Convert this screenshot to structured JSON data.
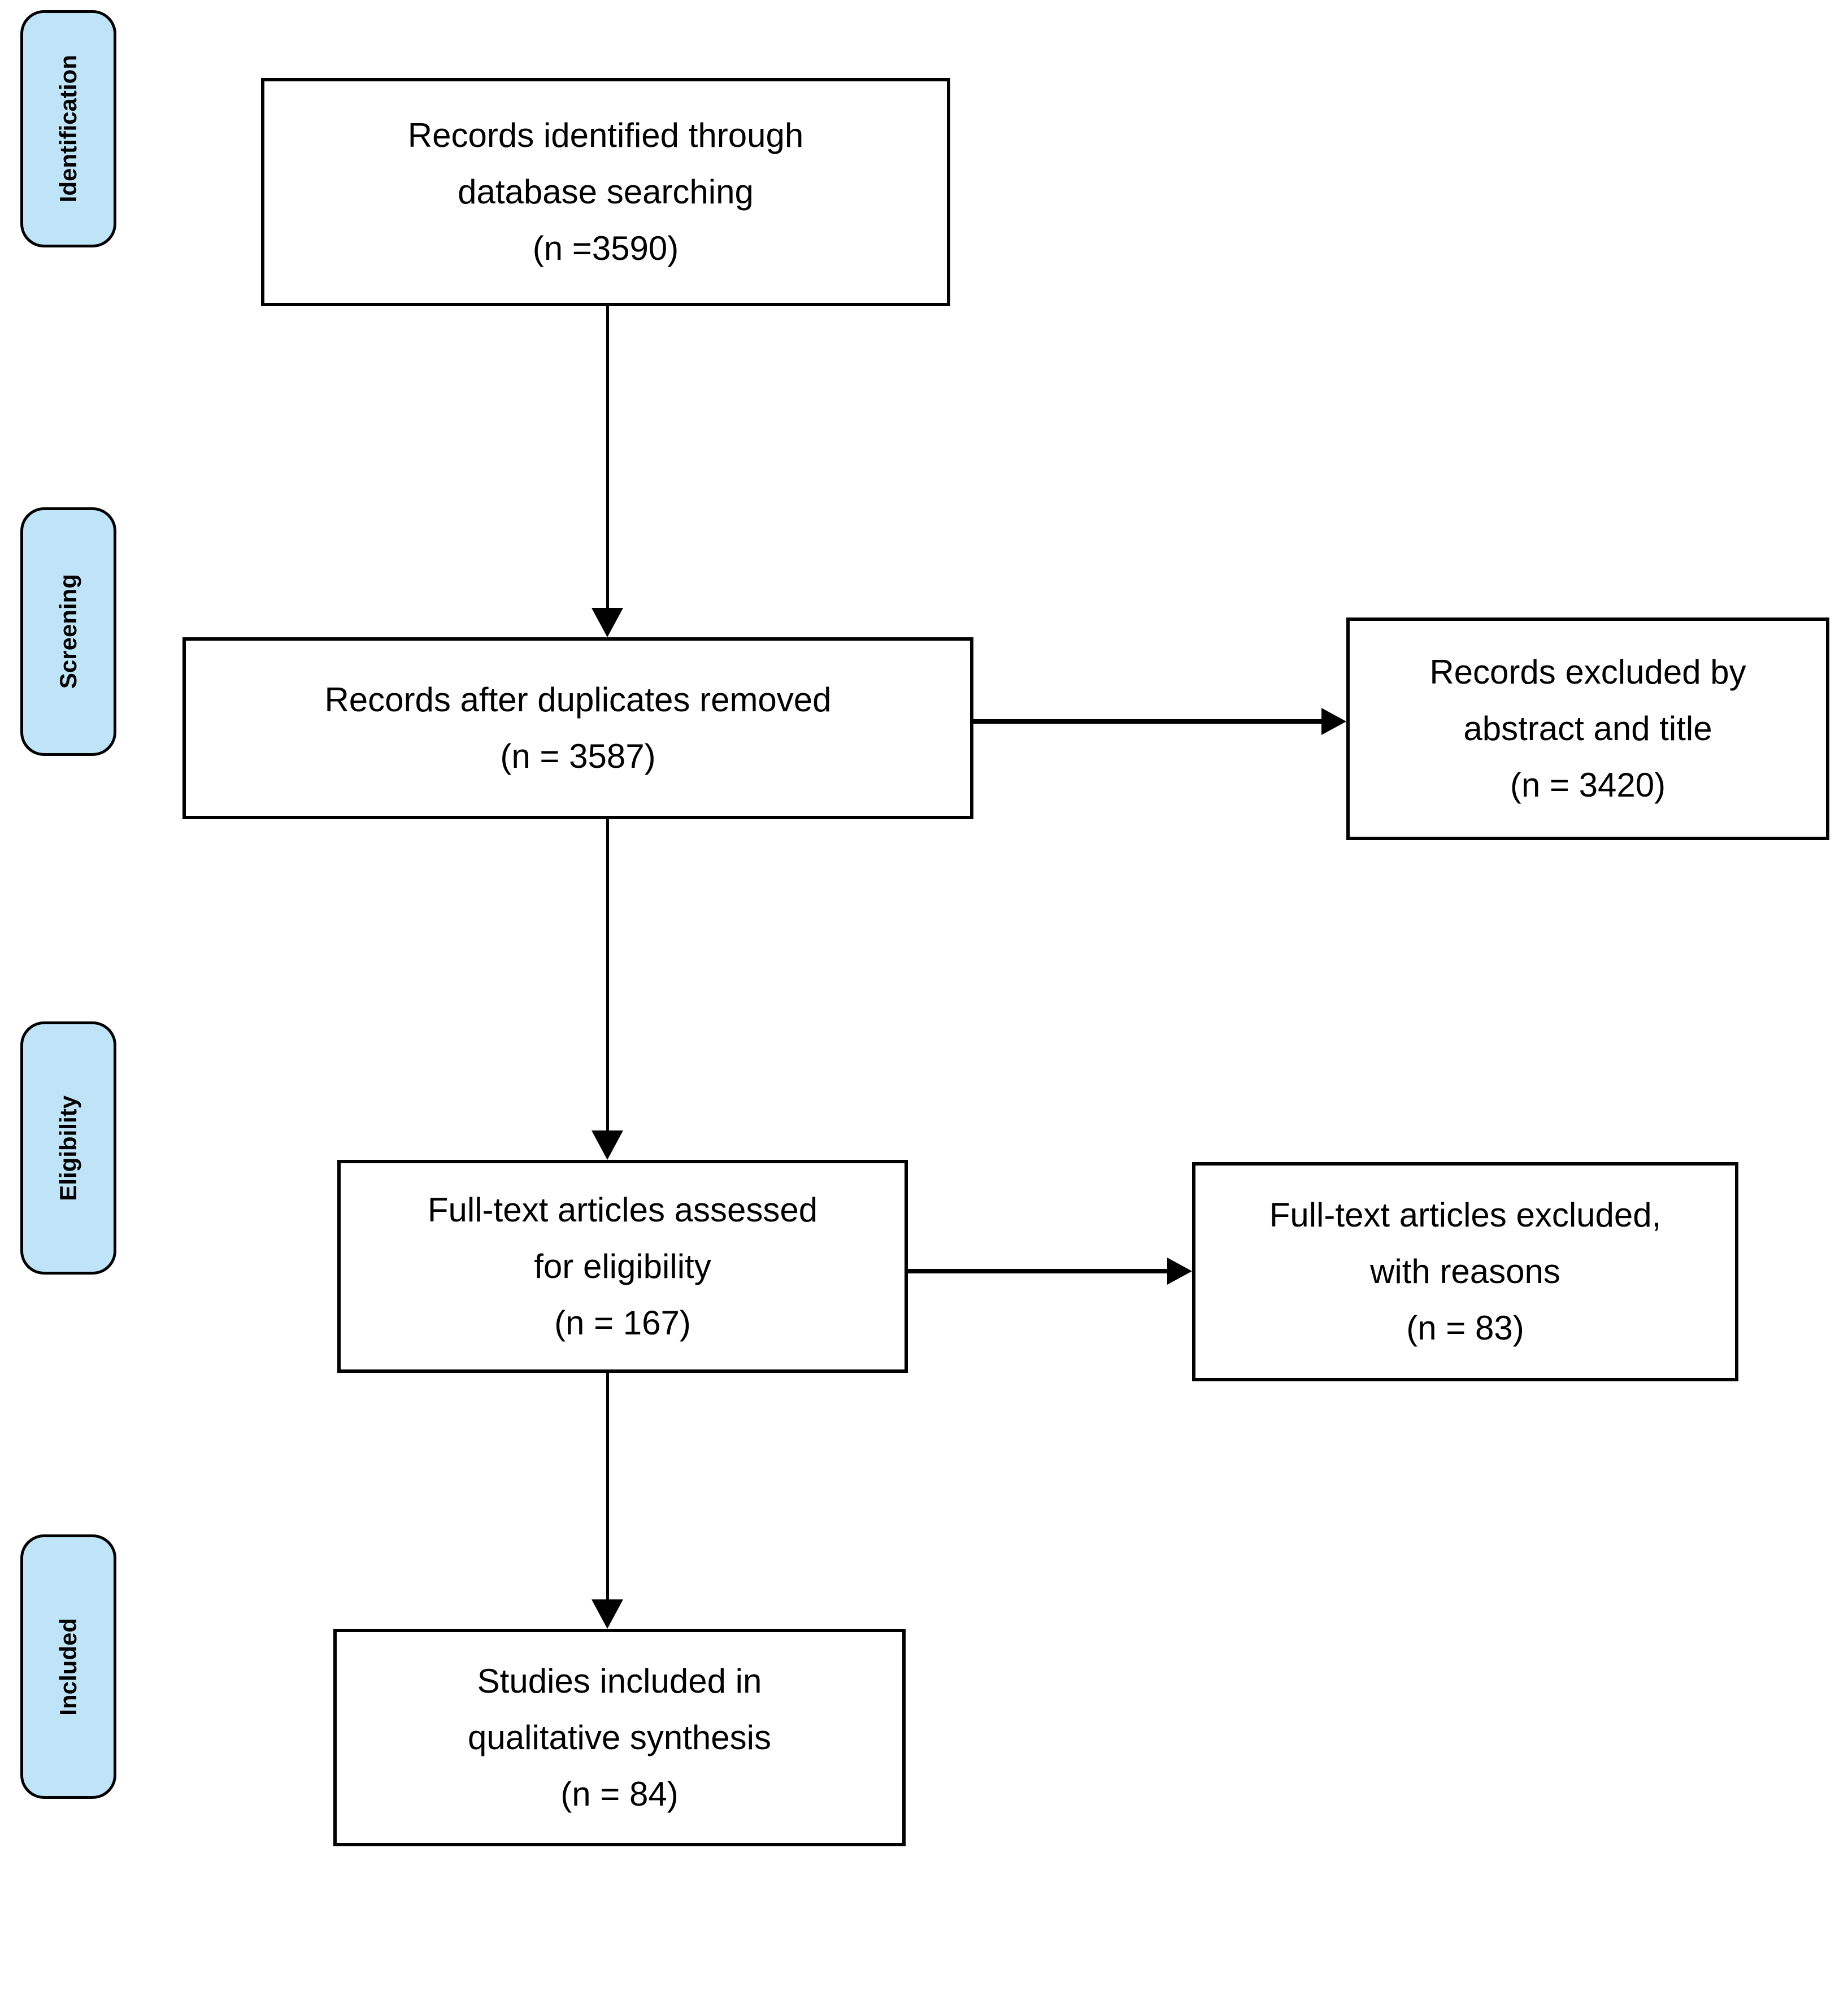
{
  "colors": {
    "stage_fill": "#BFE4F8",
    "stage_border": "#000000",
    "box_border": "#000000",
    "box_fill": "#FFFFFF",
    "arrow_color": "#000000",
    "text_color": "#000000",
    "background": "#FFFFFF"
  },
  "stages": [
    {
      "label": "Identification"
    },
    {
      "label": "Screening"
    },
    {
      "label": "Eligibility"
    },
    {
      "label": "Included"
    }
  ],
  "boxes": {
    "identified": {
      "lines": [
        "Records identified through",
        "database searching",
        "(n =3590)"
      ]
    },
    "deduplicated": {
      "lines": [
        "Records after duplicates removed",
        "(n = 3587)"
      ]
    },
    "excluded_abstract": {
      "lines": [
        "Records excluded by",
        "abstract and title",
        "(n = 3420)"
      ]
    },
    "fulltext_assessed": {
      "lines": [
        "Full-text articles assessed",
        "for eligibility",
        "(n = 167)"
      ]
    },
    "fulltext_excluded": {
      "lines": [
        "Full-text articles excluded,",
        "with reasons",
        "(n = 83)"
      ]
    },
    "studies_included": {
      "lines": [
        "Studies included in",
        "qualitative synthesis",
        "(n = 84)"
      ]
    }
  }
}
